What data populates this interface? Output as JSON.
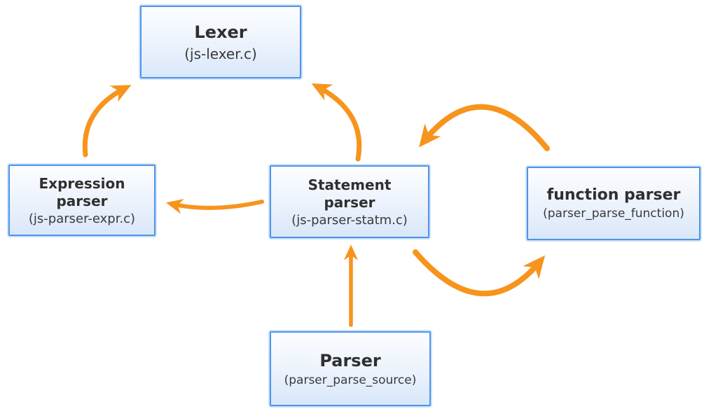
{
  "diagram": {
    "description": "Parser module call diagram",
    "nodes": [
      {
        "id": "lexer",
        "title": "Lexer",
        "subtitle": "(js-lexer.c)"
      },
      {
        "id": "expression-parser",
        "title": "Expression parser",
        "subtitle": "(js-parser-expr.c)"
      },
      {
        "id": "statement-parser",
        "title": "Statement parser",
        "subtitle": "(js-parser-statm.c)"
      },
      {
        "id": "function-parser",
        "title": "function parser",
        "subtitle": "(parser_parse_function)"
      },
      {
        "id": "parser",
        "title": "Parser",
        "subtitle": "(parser_parse_source)"
      }
    ],
    "edges": [
      {
        "from": "expression-parser",
        "to": "lexer"
      },
      {
        "from": "statement-parser",
        "to": "lexer"
      },
      {
        "from": "statement-parser",
        "to": "expression-parser"
      },
      {
        "from": "function-parser",
        "to": "statement-parser"
      },
      {
        "from": "statement-parser",
        "to": "function-parser"
      },
      {
        "from": "parser",
        "to": "statement-parser"
      }
    ],
    "colors": {
      "arrow": "#F7941D",
      "box_border": "#4D94E8",
      "box_fill_top": "#FCFDFF",
      "box_fill_bottom": "#D9E7FA",
      "text": "#333333",
      "background": "#FFFFFF"
    }
  }
}
